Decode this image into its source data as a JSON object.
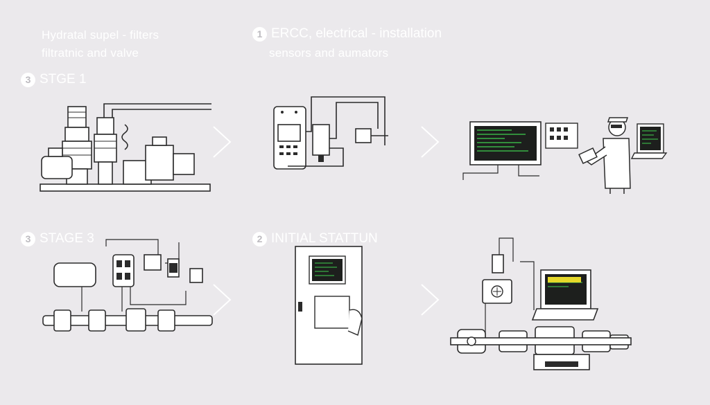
{
  "top_left": {
    "line1": "Hydratal supel - filters",
    "line2": "filtratnic and valve"
  },
  "top_mid": {
    "num": "1",
    "line1": "ERCC, electrical - installation",
    "line2": "sensors and aumators"
  },
  "stage1": {
    "num": "3",
    "label": "STGE 1"
  },
  "stage3": {
    "num": "3",
    "label": "STAGE 3"
  },
  "initial": {
    "num": "2",
    "label": "INITIAL STATTUN"
  },
  "colors": {
    "background": "#ebe9ec",
    "line": "#2b2b2b",
    "terminal": "#1d1f1d",
    "terminal_text": "#3fd04f",
    "label": "#ffffff"
  },
  "icons": [
    "chevron-right-icon",
    "hydraulic-valve-icon",
    "controller-icon",
    "monitor-icon",
    "technician-icon",
    "laptop-icon",
    "cabinet-icon"
  ]
}
